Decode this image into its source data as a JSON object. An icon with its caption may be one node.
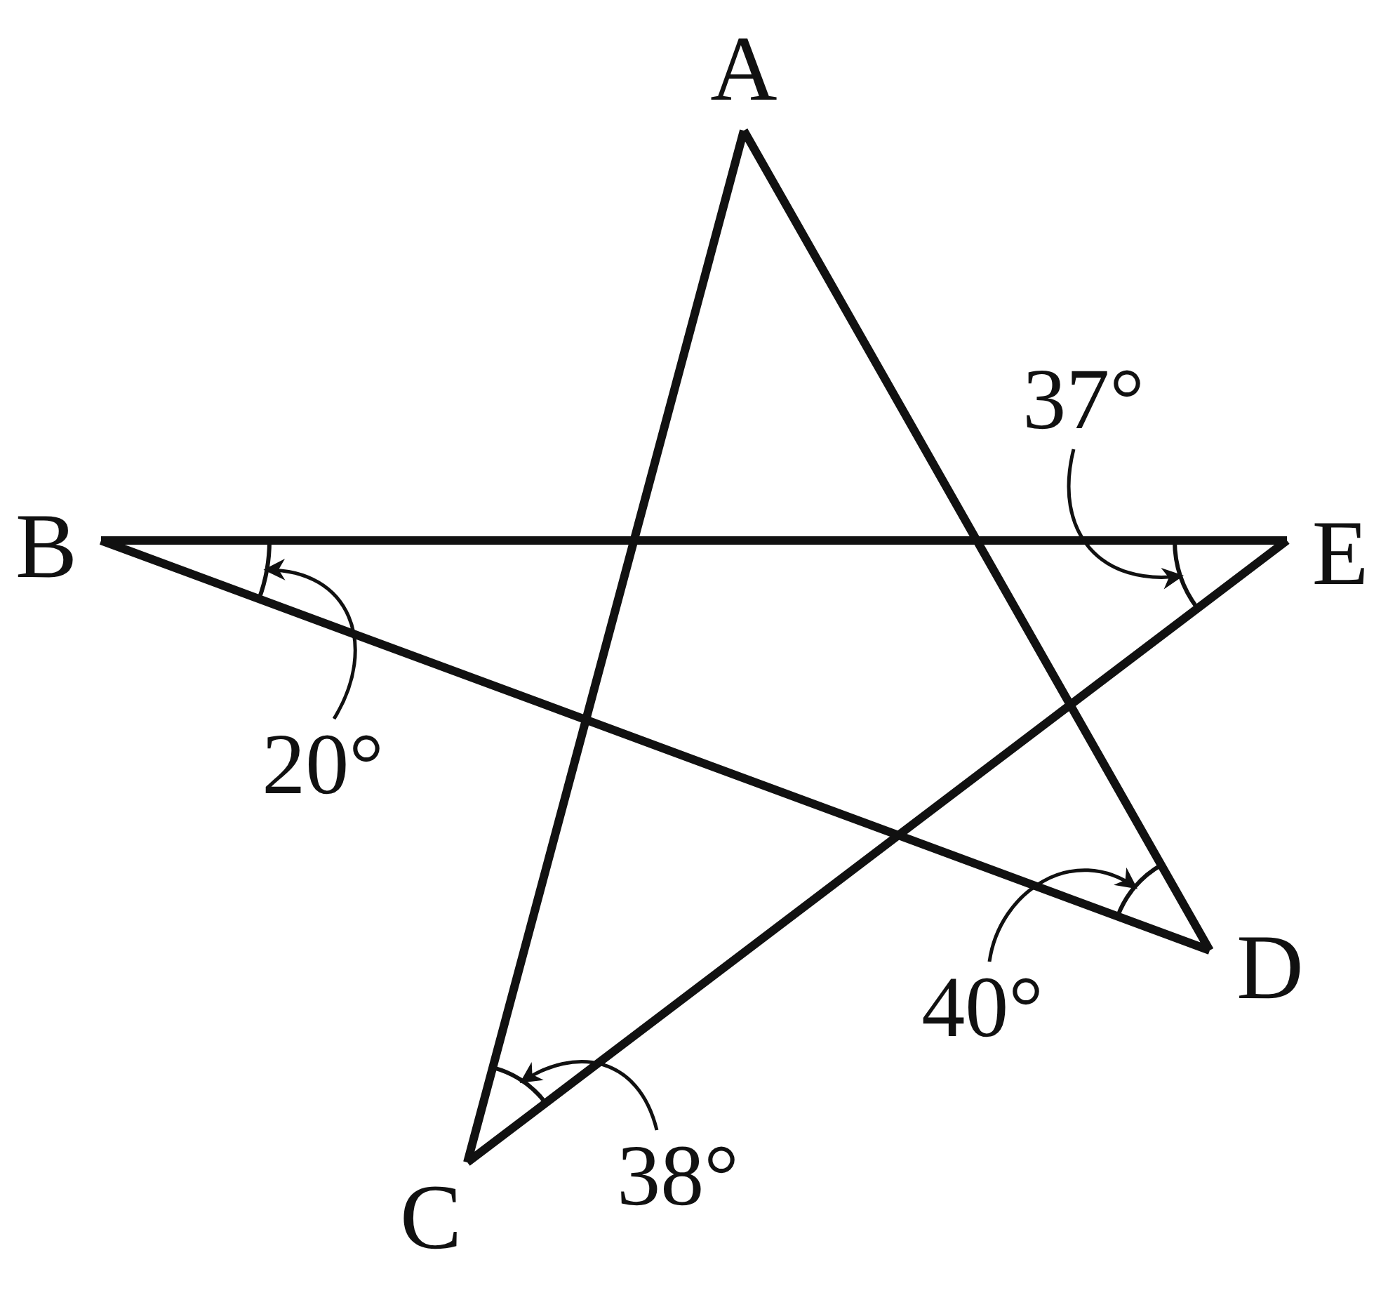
{
  "diagram": {
    "nodes": [
      {
        "text": [
          "37°"
        ]
      },
      {
        "text": [
          "20°"
        ]
      },
      {
        "text": [
          "40°"
        ]
      },
      {
        "text": [
          "38°"
        ]
      },
      {
        "text": [],
        "shape": "arc"
      },
      {
        "text": [],
        "shape": "arc"
      },
      {
        "text": [],
        "shape": "arc"
      },
      {
        "text": [],
        "shape": "arc"
      }
    ],
    "edges": [
      {
        "from": 0,
        "to": 5,
        "arrow": "to"
      },
      {
        "from": 1,
        "to": 4,
        "arrow": "to"
      },
      {
        "from": 2,
        "to": 6,
        "arrow": "to"
      },
      {
        "from": 3,
        "to": 7,
        "arrow": "to"
      }
    ],
    "labels": [
      "A",
      "B",
      "E",
      "D",
      "C"
    ]
  }
}
